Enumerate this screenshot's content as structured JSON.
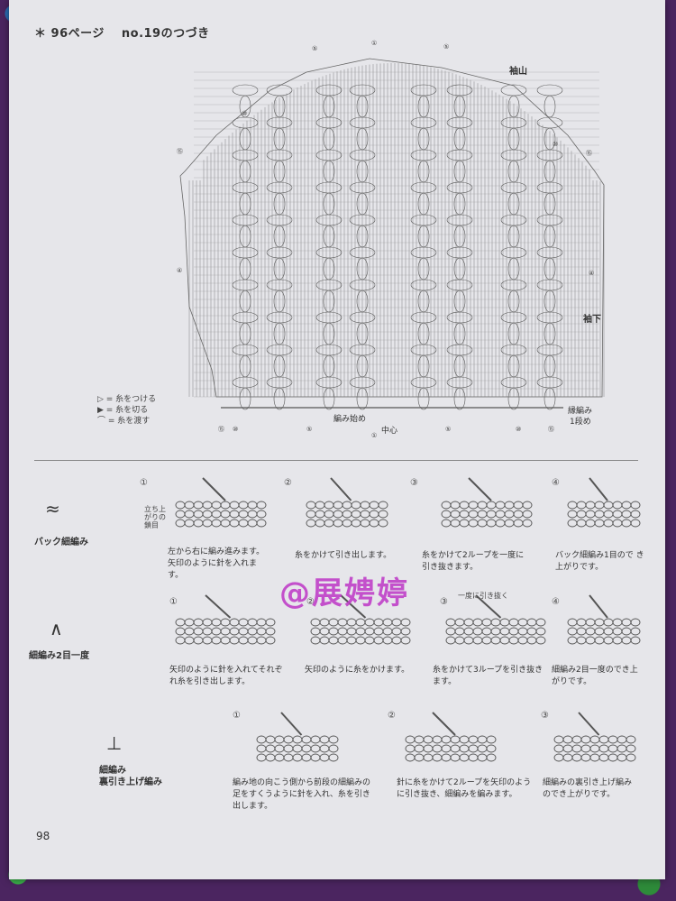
{
  "header": {
    "ref": "＊ 96ページ",
    "title": "no.19のつづき"
  },
  "diagram": {
    "label_top": "袖山",
    "label_side": "袖下",
    "label_start": "編み始め",
    "label_center": "中心",
    "label_edge": "縁編み",
    "label_edge_rows": "1段め",
    "top_markers": [
      "⑤",
      "①",
      "⑤"
    ],
    "left_markers": [
      "⑩",
      "⑮",
      "④"
    ],
    "right_markers": [
      "⑩",
      "⑮",
      "④"
    ],
    "bottom_markers": [
      "⑮",
      "⑩",
      "⑤",
      "①",
      "⑤",
      "⑩",
      "⑮"
    ]
  },
  "legend": {
    "line1": "▷ = 糸をつける",
    "line2": "▶ = 糸を切る",
    "line3": "⌒ = 糸を渡す"
  },
  "stitches": [
    {
      "title": "バック細編み",
      "symbol": "≈",
      "note": "立ち上がりの鎖目",
      "steps": [
        {
          "num": "①",
          "text": "左から右に編み進みます。矢印のように針を入れます。"
        },
        {
          "num": "②",
          "text": "糸をかけて引き出します。"
        },
        {
          "num": "③",
          "text": "糸をかけて2ループを一度に引き抜きます。"
        },
        {
          "num": "④",
          "text": "バック細編み1目ので き上がりです。"
        }
      ]
    },
    {
      "title": "細編み2目一度",
      "symbol": "∧",
      "steps": [
        {
          "num": "①",
          "text": "矢印のように針を入れてそれぞれ糸を引き出します。"
        },
        {
          "num": "②",
          "text": "矢印のように糸をかけます。"
        },
        {
          "num": "③",
          "text": "糸をかけて3ループを引き抜きます。",
          "note": "一度に引き抜く"
        },
        {
          "num": "④",
          "text": "細編み2目一度のでき上がりです。"
        }
      ]
    },
    {
      "title": "細編み\n裏引き上げ編み",
      "title1": "細編み",
      "title2": "裏引き上げ編み",
      "symbol": "⊥",
      "steps": [
        {
          "num": "①",
          "text": "編み地の向こう側から前段の細編みの足をすくうように針を入れ、糸を引き出します。"
        },
        {
          "num": "②",
          "text": "針に糸をかけて2ループを矢印のように引き抜き、細編みを編みます。"
        },
        {
          "num": "③",
          "text": "細編みの裏引き上げ編みのでき上がりです。"
        }
      ]
    }
  ],
  "watermark": "@展娉婷",
  "page_number": "98"
}
